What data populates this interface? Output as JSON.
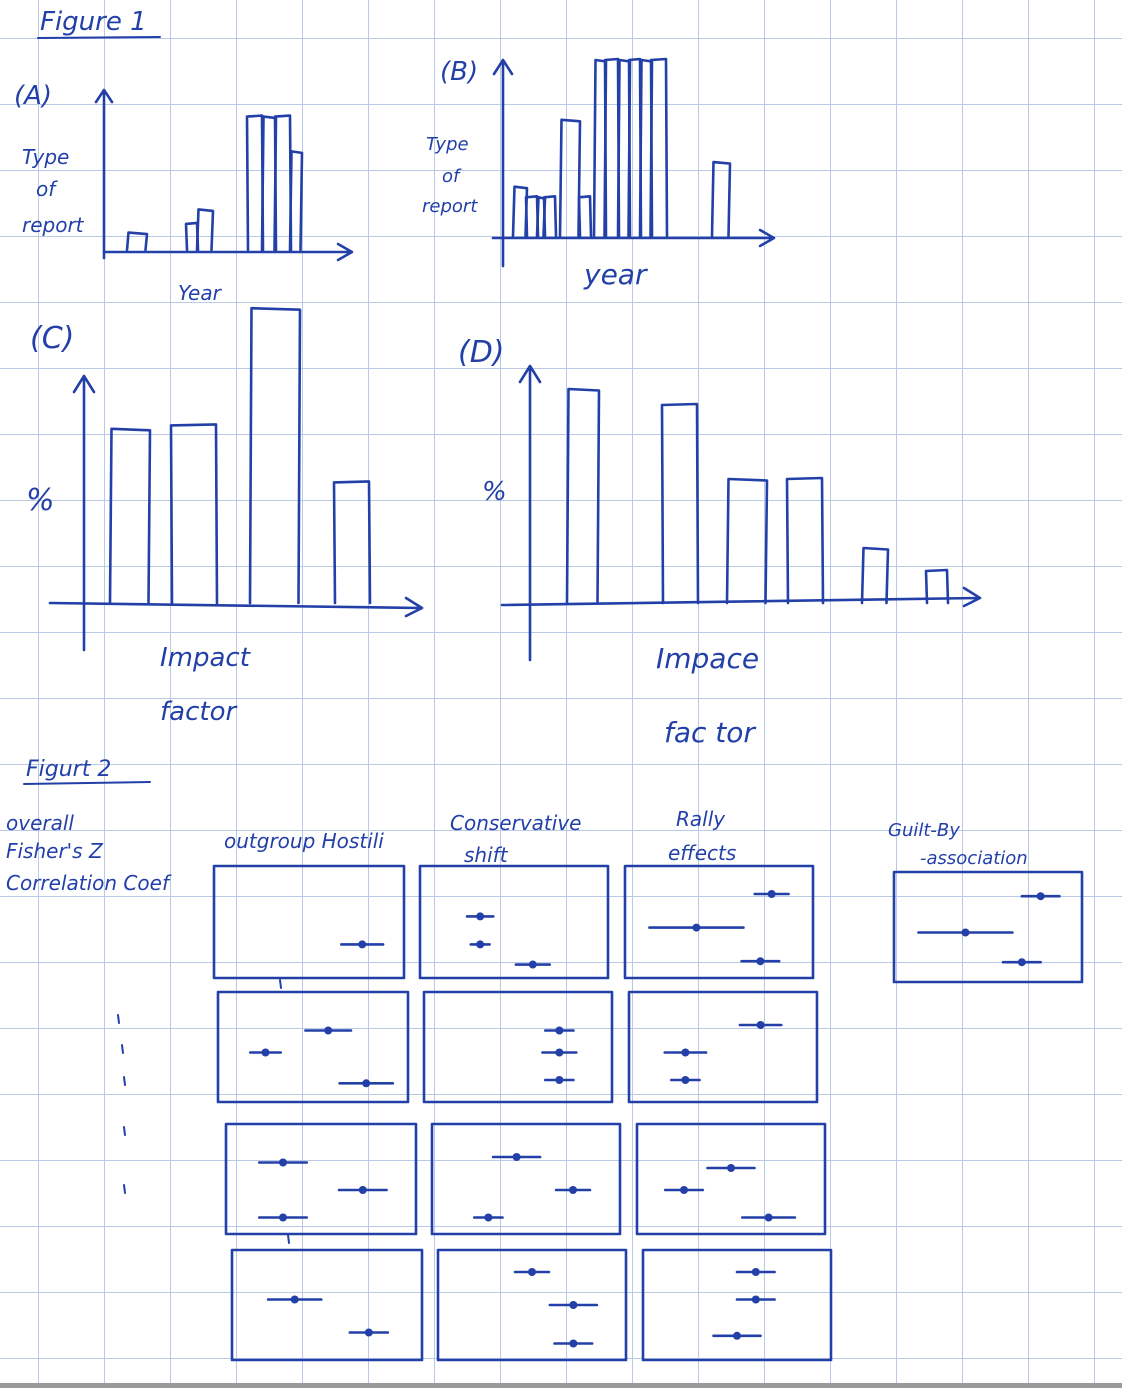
{
  "figure1": {
    "title": "Figure 1",
    "panels": [
      {
        "id": "A",
        "label": "(A)",
        "ylabel": [
          "Type",
          "of",
          "report"
        ],
        "xlabel": "Year",
        "values": [
          0.12,
          0.18,
          0.28,
          0.92,
          0.92,
          0.92,
          0.68
        ]
      },
      {
        "id": "B",
        "label": "(B)",
        "ylabel": [
          "Type",
          "of",
          "report"
        ],
        "xlabel": "year",
        "values": [
          0.28,
          0.22,
          0.22,
          0.22,
          0.66,
          0.22,
          1.0,
          1.0,
          1.0,
          1.0,
          1.0,
          1.0,
          0.42
        ]
      },
      {
        "id": "C",
        "label": "(C)",
        "ylabel": [
          "%"
        ],
        "xlabel": "Impact factor",
        "values": [
          0.52,
          0.53,
          0.88,
          0.36
        ]
      },
      {
        "id": "D",
        "label": "(D)",
        "ylabel": [
          "%"
        ],
        "xlabel": "Impace factor",
        "values": [
          1.0,
          0.9,
          0.56,
          0.56,
          0.24,
          0.14
        ]
      }
    ]
  },
  "figure2": {
    "title": "Figurt 2",
    "row_label": [
      "overall",
      "Fisher's Z",
      "Correlation Coef"
    ],
    "columns": [
      "outgroup Hostili",
      "Conservative shift",
      "Rally effects",
      "Guilt-By -association"
    ],
    "panel_marks": [
      [
        [
          [
            0.78,
            0.7,
            0.22
          ]
        ],
        [
          [
            0.32,
            0.45,
            0.14
          ],
          [
            0.32,
            0.7,
            0.1
          ],
          [
            0.6,
            0.88,
            0.18
          ]
        ],
        [
          [
            0.78,
            0.25,
            0.18
          ],
          [
            0.38,
            0.55,
            0.5
          ],
          [
            0.72,
            0.85,
            0.2
          ]
        ]
      ],
      [
        [
          [
            0.58,
            0.35,
            0.24
          ],
          [
            0.25,
            0.55,
            0.16
          ],
          [
            0.78,
            0.83,
            0.28
          ]
        ],
        [
          [
            0.72,
            0.35,
            0.15
          ],
          [
            0.72,
            0.55,
            0.18
          ],
          [
            0.72,
            0.8,
            0.15
          ]
        ],
        [
          [
            0.7,
            0.3,
            0.22
          ],
          [
            0.3,
            0.55,
            0.22
          ],
          [
            0.3,
            0.8,
            0.15
          ]
        ]
      ],
      [
        [
          [
            0.3,
            0.35,
            0.25
          ],
          [
            0.72,
            0.6,
            0.25
          ],
          [
            0.3,
            0.85,
            0.25
          ]
        ],
        [
          [
            0.45,
            0.3,
            0.25
          ],
          [
            0.75,
            0.6,
            0.18
          ],
          [
            0.3,
            0.85,
            0.15
          ]
        ],
        [
          [
            0.5,
            0.4,
            0.25
          ],
          [
            0.25,
            0.6,
            0.2
          ],
          [
            0.7,
            0.85,
            0.28
          ]
        ]
      ],
      [
        [
          [
            0.33,
            0.45,
            0.28
          ],
          [
            0.72,
            0.75,
            0.2
          ]
        ],
        [
          [
            0.5,
            0.2,
            0.18
          ],
          [
            0.72,
            0.5,
            0.25
          ],
          [
            0.72,
            0.85,
            0.2
          ]
        ],
        [
          [
            0.6,
            0.2,
            0.2
          ],
          [
            0.6,
            0.45,
            0.2
          ],
          [
            0.5,
            0.78,
            0.25
          ]
        ]
      ]
    ],
    "guilt_marks": [
      [
        0.78,
        0.22,
        0.2
      ],
      [
        0.38,
        0.55,
        0.5
      ],
      [
        0.68,
        0.82,
        0.2
      ]
    ],
    "dash_marks": 7
  }
}
